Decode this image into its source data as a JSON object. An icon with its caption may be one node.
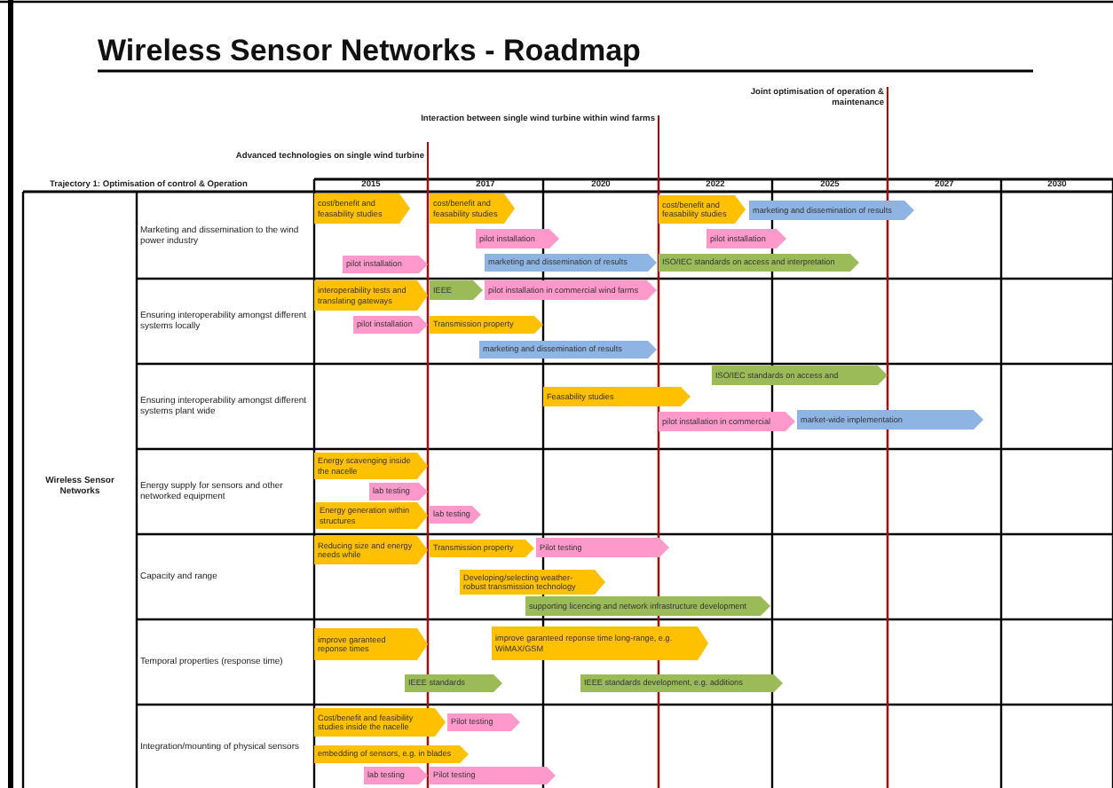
{
  "diagram": {
    "title": "Wireless Sensor Networks - Roadmap",
    "nodes": [
      {
        "text": [
          "cost/benefit and feasability studies"
        ]
      },
      {
        "text": [
          "cost/benefit and feasability studies"
        ]
      },
      {
        "text": [
          "cost/benefit and feasability studies"
        ]
      },
      {
        "text": [
          "marketing and dissemination of results"
        ]
      },
      {
        "text": [
          "pilot installation"
        ]
      },
      {
        "text": [
          "pilot installation"
        ]
      },
      {
        "text": [
          "pilot installation"
        ]
      },
      {
        "text": [
          "marketing and dissemination of results"
        ]
      },
      {
        "text": [
          "ISO/IEC standards on access and interpretation"
        ]
      },
      {
        "text": [
          "interoperability tests and translating gateways"
        ]
      },
      {
        "text": [
          "IEEE"
        ]
      },
      {
        "text": [
          "pilot installation in commercial wind farms"
        ]
      },
      {
        "text": [
          "pilot installation"
        ]
      },
      {
        "text": [
          "Transmission property"
        ]
      },
      {
        "text": [
          "marketing and dissemination of results"
        ]
      },
      {
        "text": [
          "ISO/IEC standards on access and"
        ]
      },
      {
        "text": [
          "Feasability studies"
        ]
      },
      {
        "text": [
          "pilot installation in commercial"
        ]
      },
      {
        "text": [
          "market-wide implementation"
        ]
      },
      {
        "text": [
          "Energy scavenging inside the nacelle"
        ]
      },
      {
        "text": [
          "lab testing"
        ]
      },
      {
        "text": [
          "Energy generation within structures"
        ]
      },
      {
        "text": [
          "lab testing"
        ]
      },
      {
        "text": [
          "Reducing size and energy needs while"
        ]
      },
      {
        "text": [
          "Transmission property"
        ]
      },
      {
        "text": [
          "Pilot testing"
        ]
      },
      {
        "text": [
          "Developing/selecting weather-robust transmission technology"
        ]
      },
      {
        "text": [
          "supporting licencing and network infrastructure development"
        ]
      },
      {
        "text": [
          "improve garanteed reponse times"
        ]
      },
      {
        "text": [
          "improve garanteed reponse time long-range, e.g. WiMAX/GSM"
        ]
      },
      {
        "text": [
          "IEEE standards"
        ]
      },
      {
        "text": [
          "IEEE standards development, e.g. additions"
        ]
      },
      {
        "text": [
          "Cost/benefit and feasibility studies inside the nacelle"
        ]
      },
      {
        "text": [
          "Pilot testing"
        ]
      },
      {
        "text": [
          "embedding of sensors, e.g. in blades"
        ]
      },
      {
        "text": [
          "lab testing"
        ]
      },
      {
        "text": [
          "Pilot testing"
        ]
      }
    ],
    "labels": [
      "Joint optimisation of operation & maintenance",
      "Interaction between single wind turbine within wind farms",
      "Advanced technologies on single wind turbine",
      "Trajectory 1: Optimisation of control & Operation",
      "2015",
      "2017",
      "2020",
      "2022",
      "2025",
      "2027",
      "2030",
      "Wireless Sensor Networks",
      "Marketing and dissemination to the wind power industry",
      "Ensuring interoperability amongst different systems locally",
      "Ensuring interoperability amongst different systems plant wide",
      "Energy supply for sensors and other networked equipment",
      "Capacity and range",
      "Temporal properties (response time)",
      "Integration/mounting of physical sensors"
    ]
  }
}
